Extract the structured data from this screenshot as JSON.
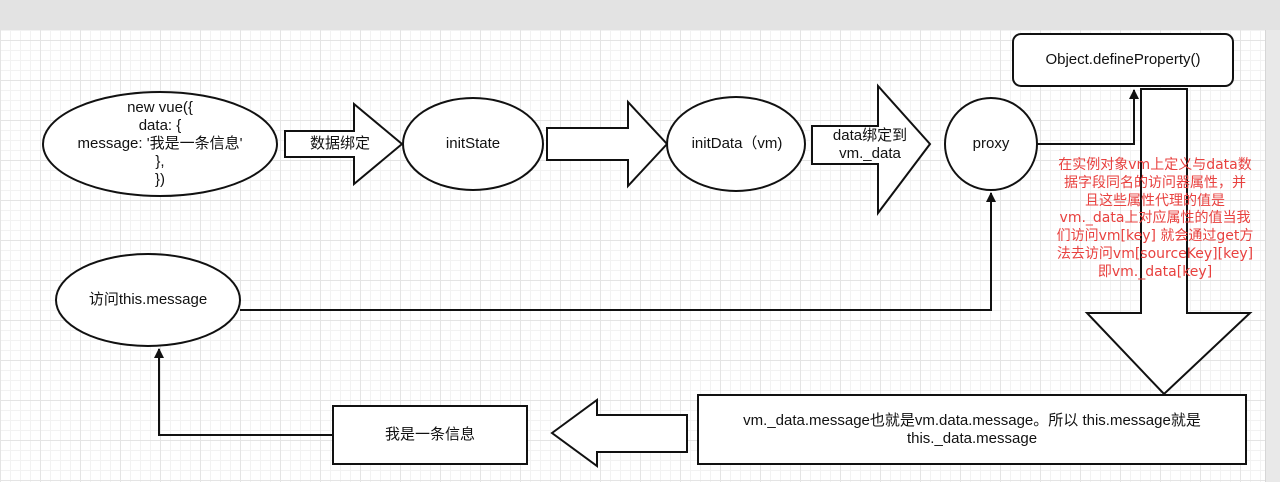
{
  "nodes": {
    "new_vue_code": "new vue({\n  data: {\nmessage: '我是一条信息'\n  },\n})",
    "init_state": "initState",
    "init_data": "initData（vm)",
    "proxy": "proxy",
    "define_property": "Object.defineProperty()",
    "access_message": "访问this.message",
    "message_value": "我是一条信息",
    "conclusion": "vm._data.message也就是vm.data.message。所以 this.message就是\nthis._data.message"
  },
  "arrow_labels": {
    "data_binding": "数据绑定",
    "bind_to_vm_data": "data绑定到\nvm._data"
  },
  "annotation": {
    "text": "在实例对象vm上定义与data数\n据字段同名的访问器属性，并\n且这些属性代理的值是\nvm._data上对应属性的值当我\n们访问vm[key] 就会通过get方\n法去访问vm[sourceKey][key]\n即vm._data[key]",
    "color": "#e8413f"
  }
}
